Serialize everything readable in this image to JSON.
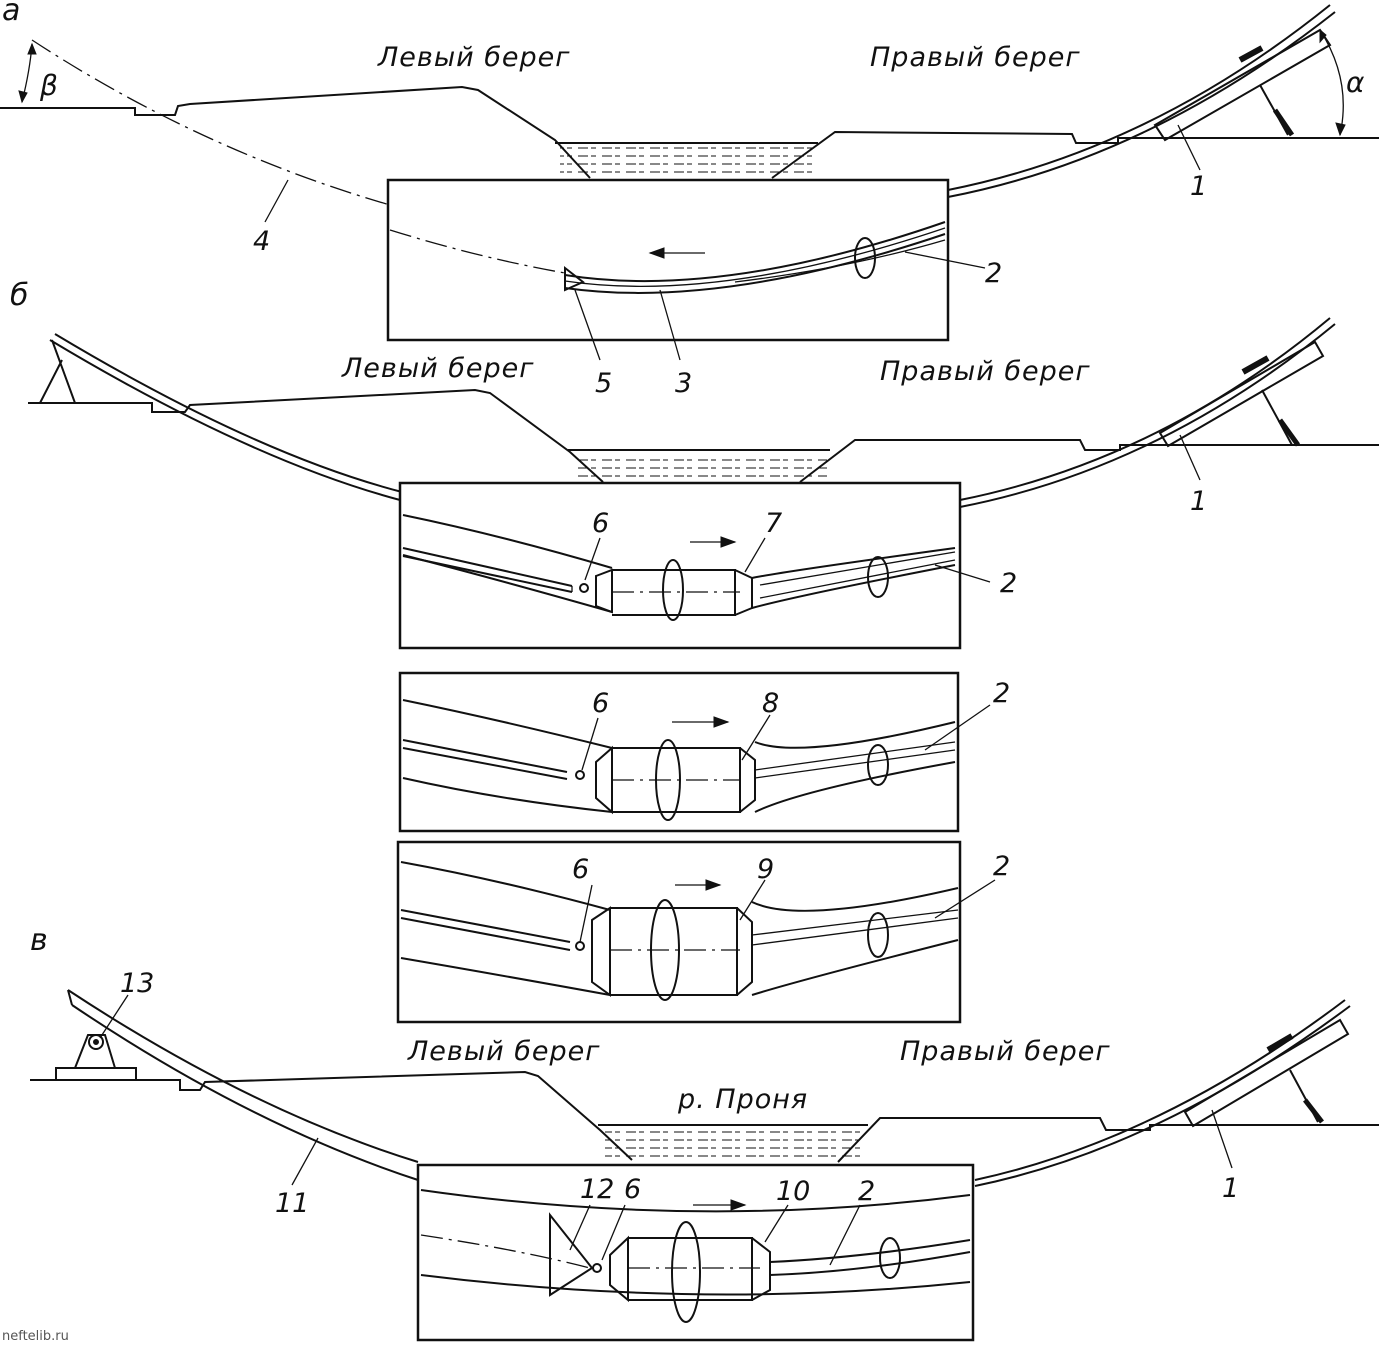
{
  "panels": {
    "a": {
      "letter": "а",
      "left_bank": "Левый берег",
      "right_bank": "Правый берег",
      "angle_left": "β",
      "angle_right": "α",
      "callouts": [
        "1",
        "2",
        "3",
        "4",
        "5"
      ]
    },
    "b": {
      "letter": "б",
      "left_bank": "Левый берег",
      "right_bank": "Правый берег",
      "callouts": [
        "1",
        "2",
        "6",
        "7"
      ],
      "insert2_callouts": [
        "6",
        "8",
        "2"
      ],
      "insert3_callouts": [
        "6",
        "9",
        "2"
      ]
    },
    "c": {
      "letter": "в",
      "left_bank": "Левый берег",
      "right_bank": "Правый берег",
      "river": "р. Проня",
      "callouts": [
        "13",
        "11",
        "12",
        "6",
        "10",
        "2",
        "1"
      ]
    }
  },
  "watermark": "neftelib.ru"
}
